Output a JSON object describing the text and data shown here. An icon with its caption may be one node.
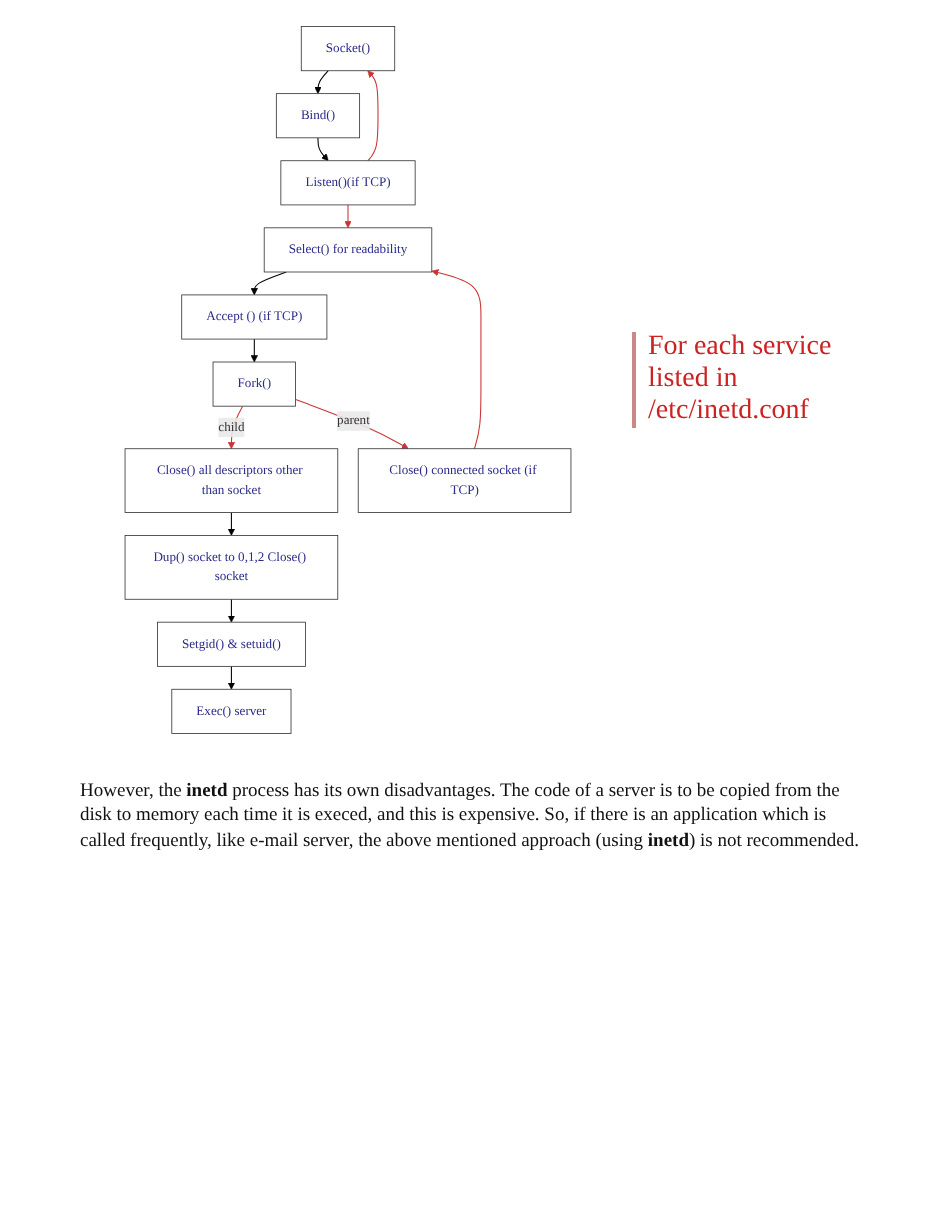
{
  "diagram": {
    "nodes": [
      {
        "text": [
          "Socket()"
        ]
      },
      {
        "text": [
          "Bind()"
        ]
      },
      {
        "text": [
          "Listen()(if TCP)"
        ]
      },
      {
        "text": [
          "Select() for readability"
        ]
      },
      {
        "text": [
          "Accept () (if TCP)"
        ]
      },
      {
        "text": [
          "Fork()"
        ]
      },
      {
        "text": [
          "Close() connected socket (if TCP)"
        ]
      },
      {
        "text": [
          "Close() all descriptors other than socket"
        ]
      },
      {
        "text": [
          "Dup() socket to 0,1,2 Close() socket"
        ]
      },
      {
        "text": [
          "Setgid() & setuid()"
        ]
      },
      {
        "text": [
          "Exec() server"
        ]
      }
    ],
    "edges": [
      {
        "from": 0,
        "to": 1,
        "arrow": "to"
      },
      {
        "from": 1,
        "to": 2,
        "arrow": "to"
      },
      {
        "from": 2,
        "to": 0,
        "arrow": "to",
        "color": "#cc3333"
      },
      {
        "from": 2,
        "to": 3,
        "arrow": "to",
        "color": "#cc3333"
      },
      {
        "from": 3,
        "to": 4,
        "arrow": "to"
      },
      {
        "from": 4,
        "to": 5,
        "arrow": "to"
      },
      {
        "from": 5,
        "to": 7,
        "arrow": "to",
        "label": "child",
        "color": "#cc3333"
      },
      {
        "from": 5,
        "to": 6,
        "arrow": "to",
        "label": "parent",
        "color": "#cc3333"
      },
      {
        "from": 6,
        "to": 3,
        "arrow": "to",
        "color": "#cc3333"
      },
      {
        "from": 7,
        "to": 8,
        "arrow": "to"
      },
      {
        "from": 8,
        "to": 9,
        "arrow": "to"
      },
      {
        "from": 9,
        "to": 10,
        "arrow": "to"
      }
    ],
    "labels": [
      "For each service listed in /etc/inetd.conf",
      "However, the **inetd** process has its own disadvantages. The code of a server is to be copied from the disk to memory each time it is execed, and this is expensive. So, if there is an application which is called frequently, like e-mail server, the above mentioned approach (using **inetd**) is not recommended."
    ]
  }
}
